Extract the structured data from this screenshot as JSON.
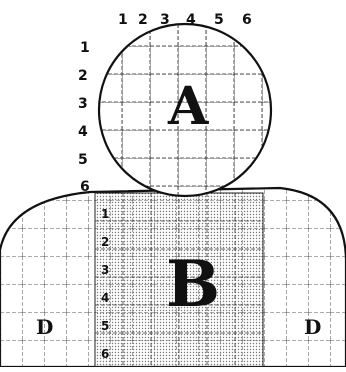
{
  "head": {
    "column_numbers": [
      "1",
      "2",
      "3",
      "4",
      "5",
      "6"
    ],
    "row_numbers": [
      "1",
      "2",
      "3",
      "4",
      "5",
      "6"
    ],
    "letter": "A"
  },
  "chest": {
    "row_numbers": [
      "1",
      "2",
      "3",
      "4",
      "5",
      "6"
    ],
    "letter": "B"
  },
  "shoulders": {
    "left_letter": "D",
    "right_letter": "D"
  },
  "colors": {
    "ink": "#111111",
    "paper": "#ffffff",
    "dots": "#777777"
  }
}
